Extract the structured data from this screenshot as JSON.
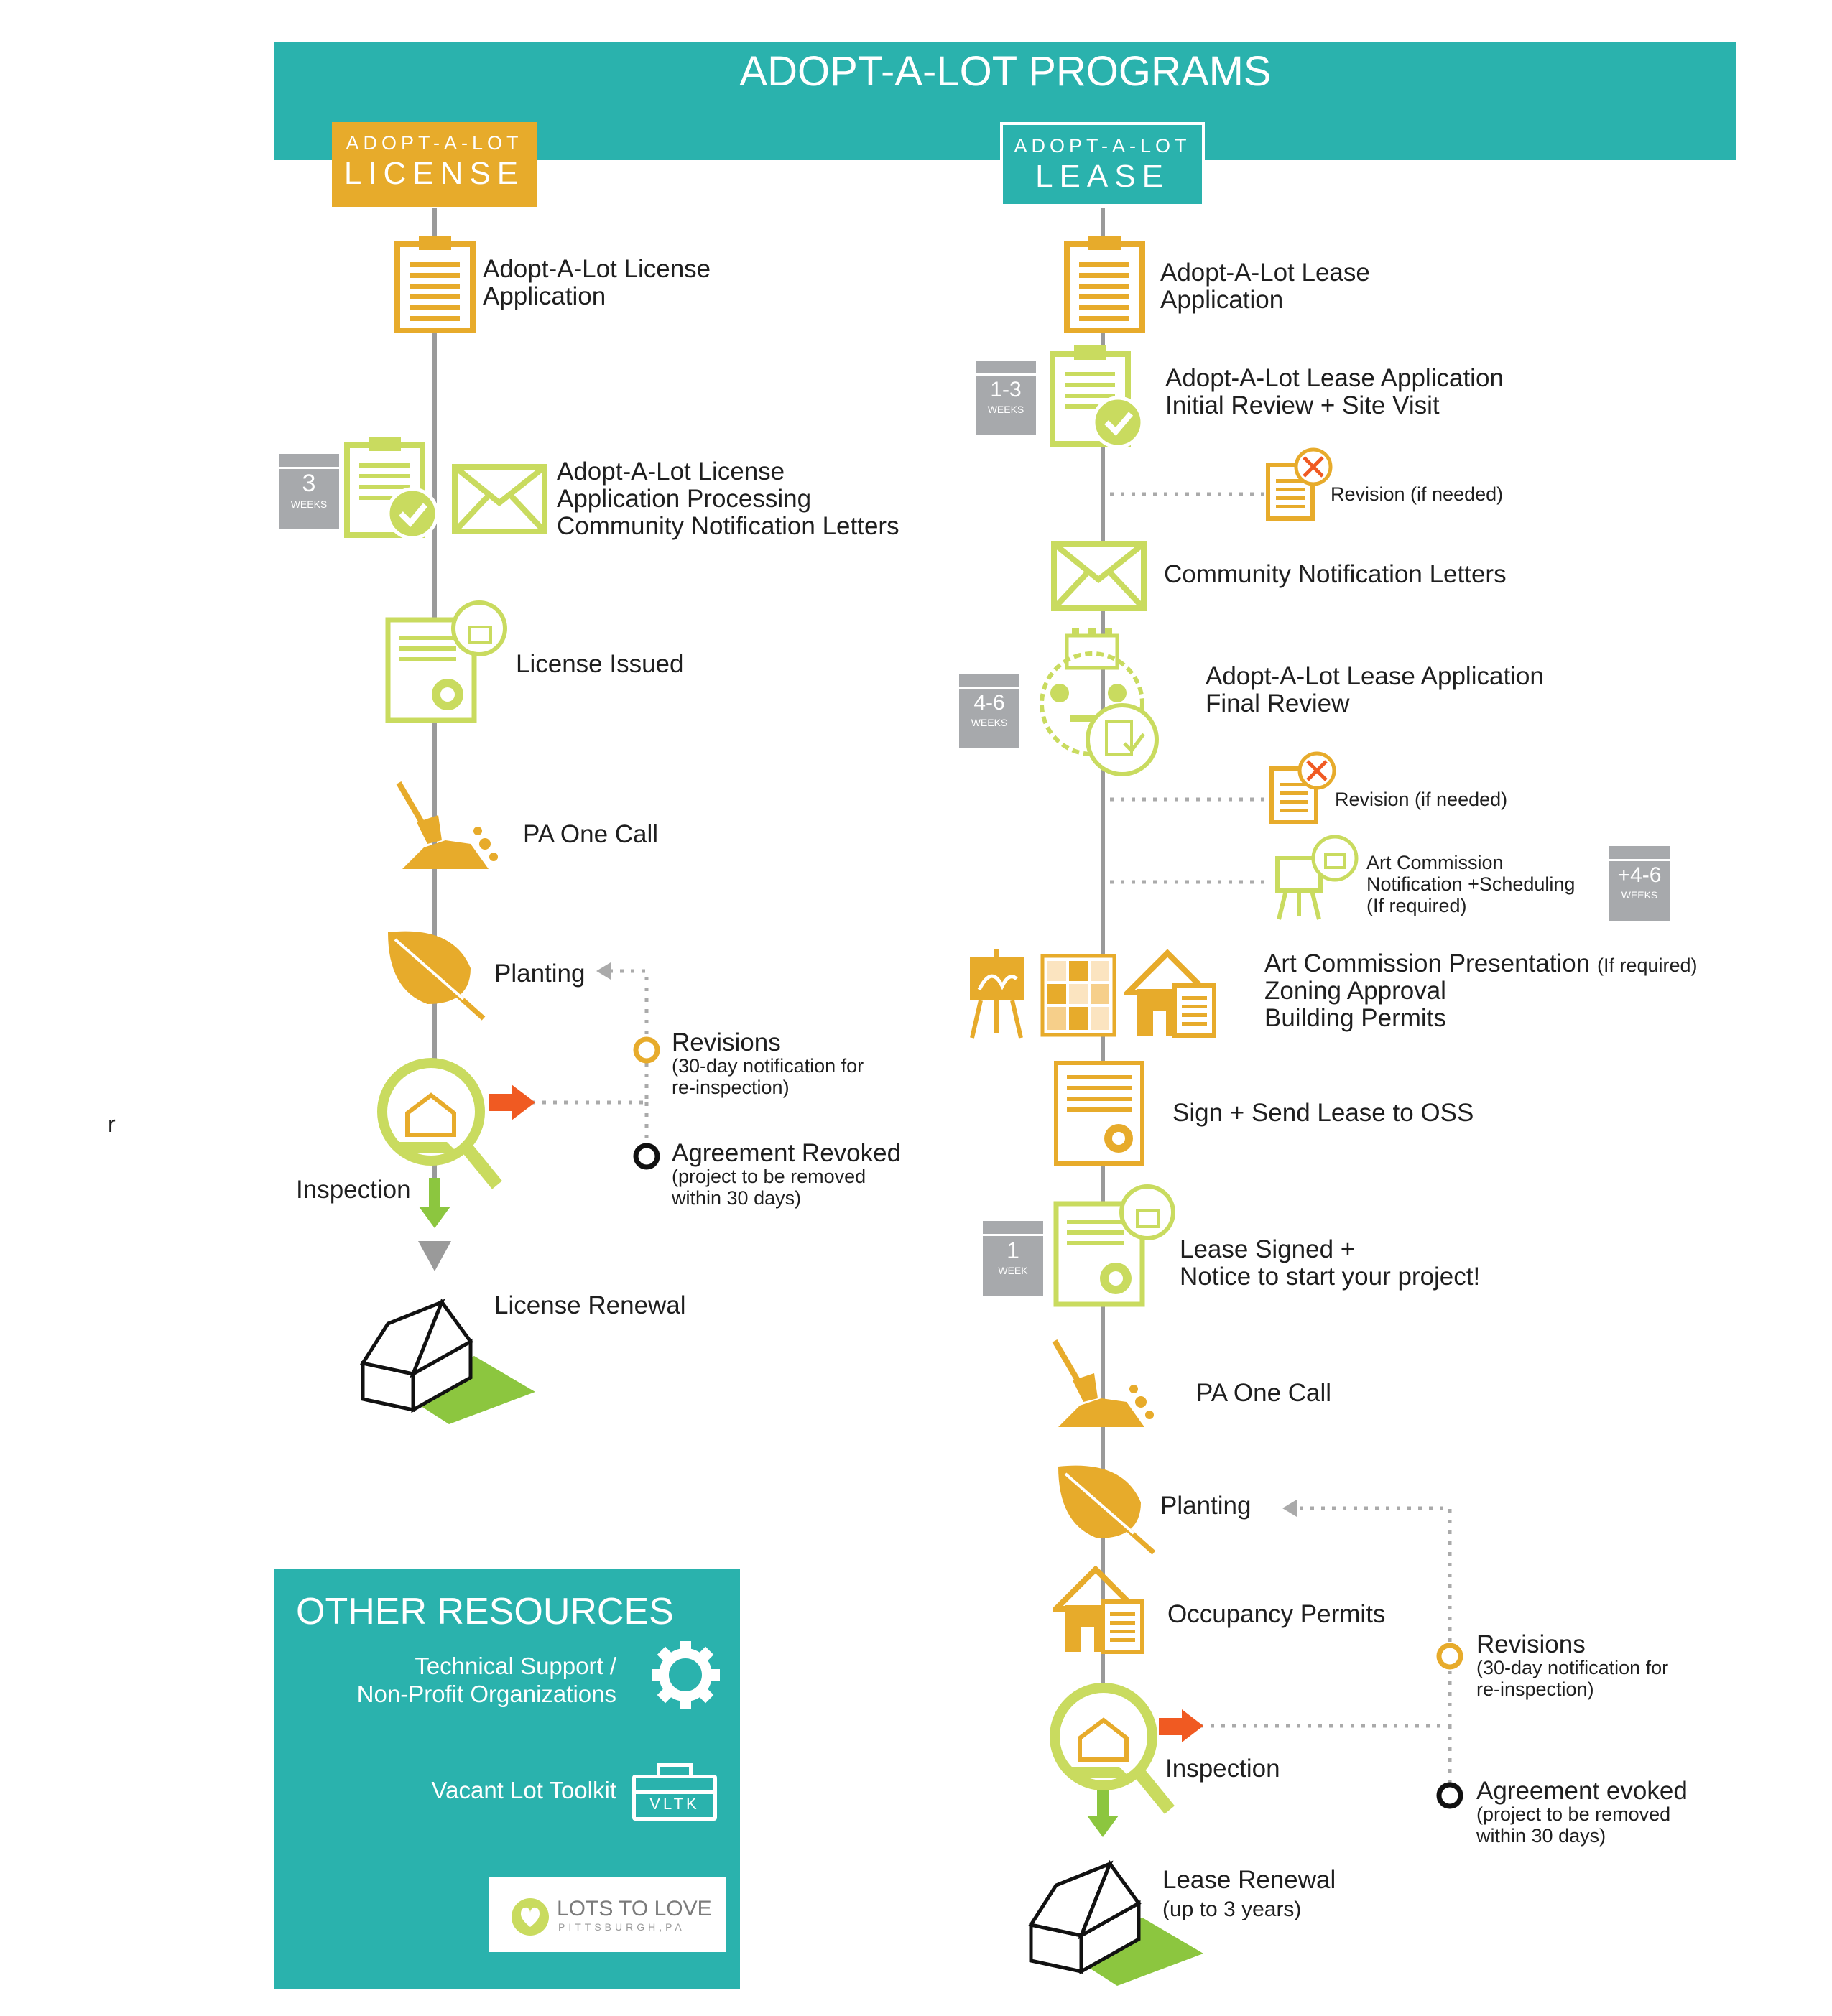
{
  "header": {
    "title": "ADOPT-A-LOT PROGRAMS"
  },
  "license": {
    "tab_top": "ADOPT-A-LOT",
    "tab_main": "LICENSE",
    "steps": {
      "application": [
        "Adopt-A-Lot License",
        "Application"
      ],
      "processing": [
        "Adopt-A-Lot License",
        "Application Processing",
        "Community Notification Letters"
      ],
      "issued": "License Issued",
      "one_call": "PA One Call",
      "planting": "Planting",
      "inspection": "Inspection",
      "renewal": "License Renewal"
    },
    "processing_duration": {
      "value": "3",
      "unit": "WEEKS"
    },
    "revisions": {
      "title": "Revisions",
      "note": [
        "(30-day notification for",
        "re-inspection)"
      ]
    },
    "revoked": {
      "title": "Agreement Revoked",
      "note": [
        "(project to be removed",
        "within 30 days)"
      ]
    }
  },
  "lease": {
    "tab_top": "ADOPT-A-LOT",
    "tab_main": "LEASE",
    "steps": {
      "application": [
        "Adopt-A-Lot Lease",
        "Application"
      ],
      "initial_review": [
        "Adopt-A-Lot Lease Application",
        "Initial Review + Site Visit"
      ],
      "revision1": "Revision (if needed)",
      "notification": "Community Notification Letters",
      "final_review": [
        "Adopt-A-Lot Lease Application",
        "Final Review"
      ],
      "revision2": "Revision (if needed)",
      "art_notification": [
        "Art Commission",
        "Notification +Scheduling",
        "(If required)"
      ],
      "presentation_main": "Art Commission Presentation",
      "presentation_note": "(If required)",
      "zoning": "Zoning Approval",
      "permits": "Building Permits",
      "sign_send": "Sign + Send Lease to OSS",
      "signed": [
        "Lease Signed +",
        "Notice to start your project!"
      ],
      "one_call": "PA One Call",
      "planting": "Planting",
      "occupancy": "Occupancy Permits",
      "inspection": "Inspection",
      "renewal": "Lease Renewal",
      "renewal_note": "(up to 3 years)"
    },
    "durations": {
      "initial": {
        "value": "1-3",
        "unit": "WEEKS"
      },
      "final": {
        "value": "4-6",
        "unit": "WEEKS"
      },
      "art": {
        "value": "+4-6",
        "unit": "WEEKS"
      },
      "signed": {
        "value": "1",
        "unit": "WEEK"
      }
    },
    "revisions": {
      "title": "Revisions",
      "note": [
        "(30-day notification for",
        "re-inspection)"
      ]
    },
    "revoked": {
      "title": "Agreement evoked",
      "note": [
        "(project to be removed",
        "within 30 days)"
      ]
    }
  },
  "stray_mark": "r",
  "resources": {
    "title": "OTHER RESOURCES",
    "technical": [
      "Technical Support /",
      "Non-Profit Organizations"
    ],
    "toolkit": "Vacant Lot Toolkit",
    "toolkit_badge": "VLTK",
    "logo_main": "LOTS TO LOVE",
    "logo_sub": "PITTSBURGH,PA"
  },
  "colors": {
    "teal": "#2ab2ad",
    "gold": "#e7ab2b",
    "lime": "#c9db5f",
    "gray": "#9a9a9a",
    "orange": "#f05a22",
    "green": "#8cc63f"
  }
}
